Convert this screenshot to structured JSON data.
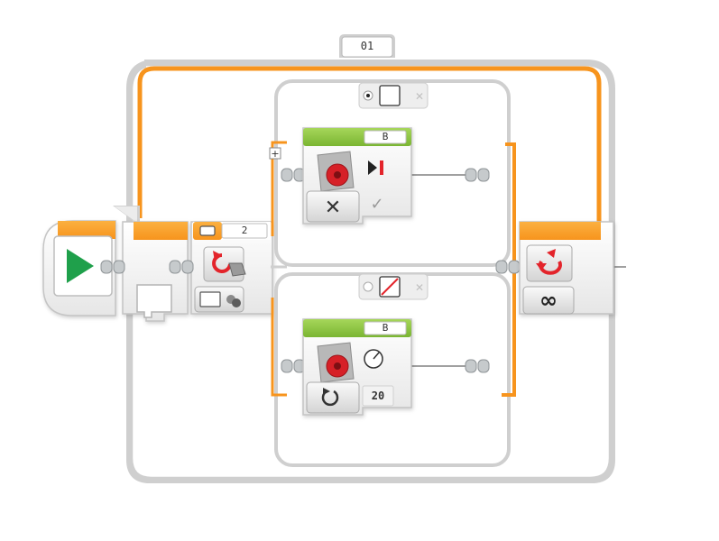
{
  "loop": {
    "name": "01",
    "mode": "∞"
  },
  "switch": {
    "case_count": "2",
    "cases": [
      {
        "selected": true,
        "label_icon": "empty-box-icon"
      },
      {
        "selected": false,
        "label_icon": "slash-box-icon"
      }
    ]
  },
  "motor_stop": {
    "port": "B",
    "mode_icon": "stop-icon",
    "brake_icon": "check-icon"
  },
  "motor_on": {
    "port": "B",
    "mode_icon": "rotate-icon",
    "power": "20"
  },
  "colors": {
    "orange": "#f7941d",
    "green": "#8cc63f",
    "gray_border": "#c8c8c8",
    "play_green": "#1fa04b",
    "red": "#e3242b"
  }
}
